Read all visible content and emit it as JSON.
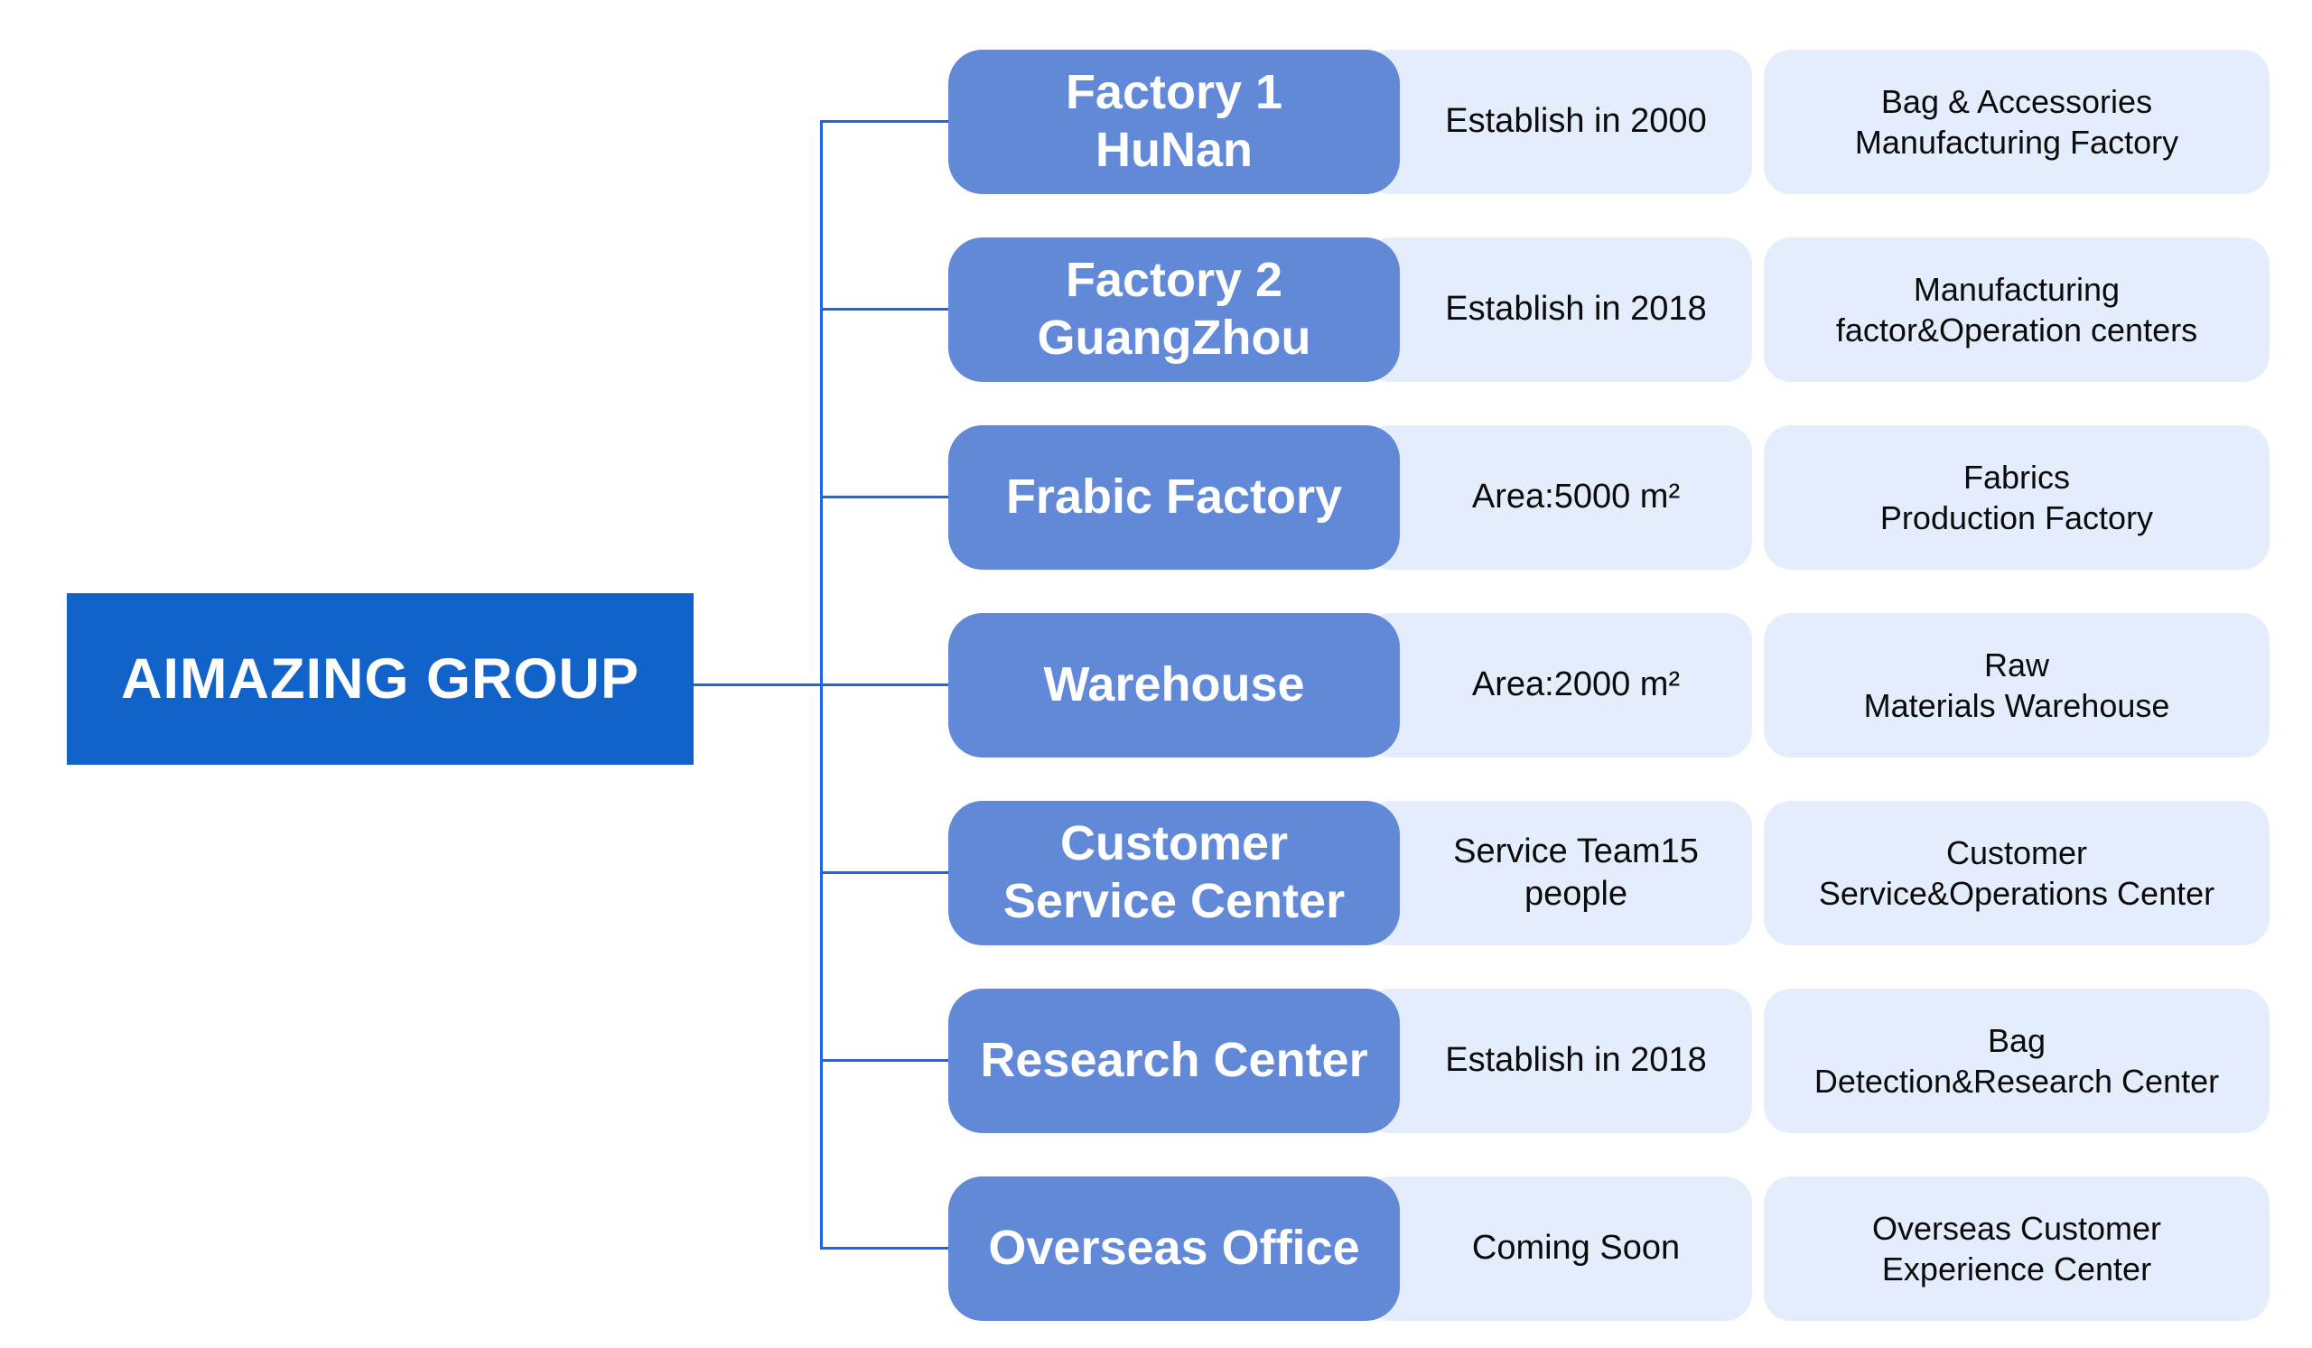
{
  "root": {
    "label": "AIMAZING GROUP"
  },
  "colors": {
    "root_bg": "#1163C9",
    "node_bg": "#6189D8",
    "panel_bg": "#E4EDFB",
    "line": "#1F64E3",
    "node_text": "#FFFFFF",
    "panel_text": "#0B0B0B"
  },
  "rows": [
    {
      "label": "Factory 1\nHuNan",
      "info": "Establish in 2000",
      "desc": "Bag & Accessories\nManufacturing Factory"
    },
    {
      "label": "Factory 2\nGuangZhou",
      "info": "Establish in 2018",
      "desc": "Manufacturing\nfactor&Operation centers"
    },
    {
      "label": "Frabic Factory",
      "info": "Area:5000 m²",
      "desc": "Fabrics\nProduction Factory"
    },
    {
      "label": "Warehouse",
      "info": "Area:2000 m²",
      "desc": "Raw\nMaterials Warehouse"
    },
    {
      "label": "Customer\nService Center",
      "info": "Service Team15\npeople",
      "desc": "Customer\nService&Operations Center"
    },
    {
      "label": "Research Center",
      "info": "Establish in 2018",
      "desc": "Bag\nDetection&Research Center"
    },
    {
      "label": "Overseas Office",
      "info": "Coming Soon",
      "desc": "Overseas Customer\nExperience Center"
    }
  ]
}
